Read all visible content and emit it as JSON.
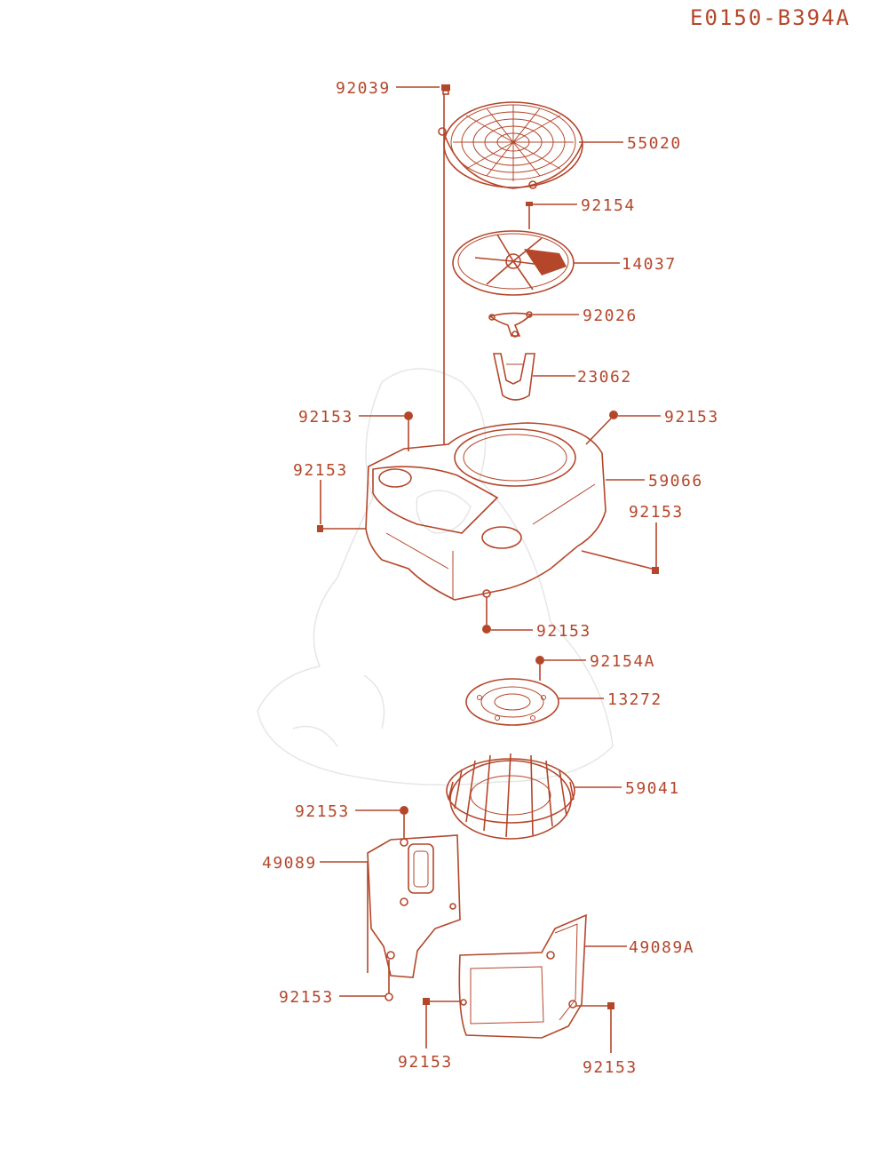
{
  "diagram_code": "E0150-B394A",
  "labels": {
    "l_92039": "92039",
    "l_55020": "55020",
    "l_92154": "92154",
    "l_14037": "14037",
    "l_92026": "92026",
    "l_23062": "23062",
    "l_92153_a": "92153",
    "l_92153_b": "92153",
    "l_92153_c": "92153",
    "l_59066": "59066",
    "l_92153_d": "92153",
    "l_92153_e": "92153",
    "l_92154A": "92154A",
    "l_13272": "13272",
    "l_59041": "59041",
    "l_92153_f": "92153",
    "l_49089": "49089",
    "l_49089A": "49089A",
    "l_92153_g": "92153",
    "l_92153_h": "92153",
    "l_92153_i": "92153"
  },
  "colors": {
    "ink": "#b4462a",
    "watermark": "#e6e6e6"
  }
}
